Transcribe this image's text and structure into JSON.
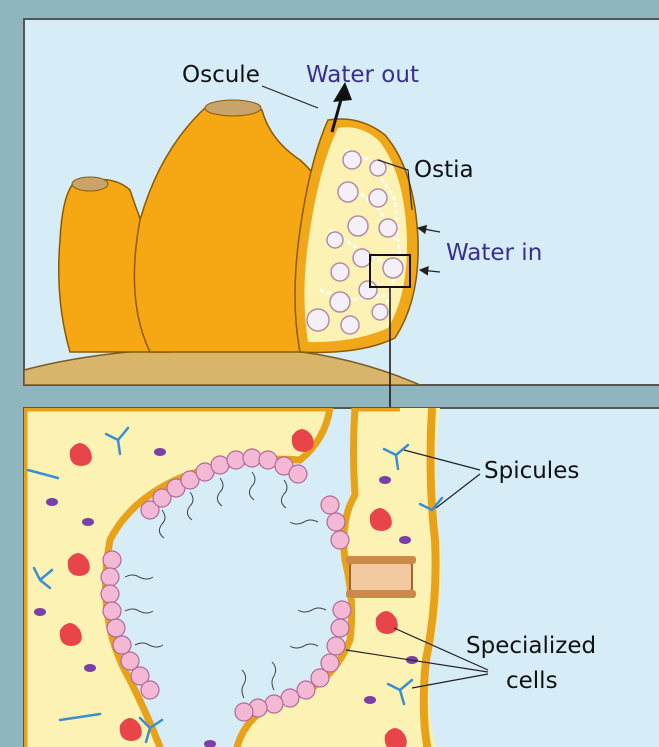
{
  "labels": {
    "oscule": "Oscule",
    "water_out": "Water out",
    "ostia": "Ostia",
    "water_in": "Water in",
    "spicules": "Spicules",
    "specialized_line1": "Specialized",
    "specialized_line2": "cells"
  },
  "colors": {
    "page_background": "#8fb5bf",
    "panel_background": "#d6ecf7",
    "sponge_body": "#f5a814",
    "sponge_outline": "#8a5a00",
    "mesohyl": "#fcf2b4",
    "epidermis": "#f0a81a",
    "choanocyte": "#f2b8d4",
    "spicule": "#3a8fd0",
    "specialized_cell": "#e8454a",
    "amoebocyte": "#7a3fa8",
    "water_label": "#3b2d8f",
    "ground": "#d8b56a"
  }
}
